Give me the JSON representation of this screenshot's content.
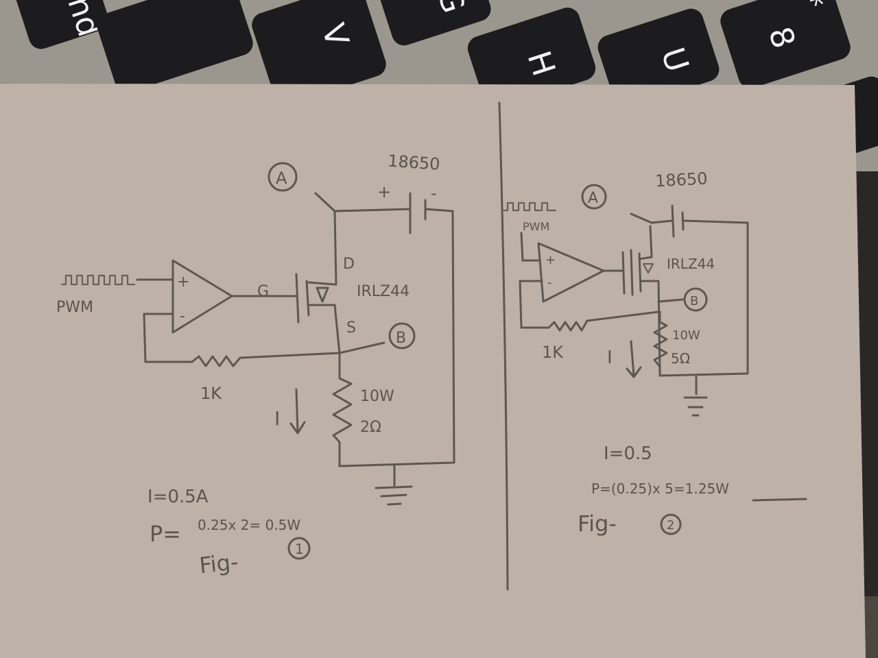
{
  "keyboard": {
    "keys": [
      {
        "name": "key-nd",
        "label": "nd"
      },
      {
        "name": "key-v",
        "label": "V"
      },
      {
        "name": "key-g",
        "label": "G"
      },
      {
        "name": "key-h",
        "label": "H"
      },
      {
        "name": "key-u",
        "label": "U"
      },
      {
        "name": "key-8",
        "label": "8"
      },
      {
        "name": "key-star",
        "label": "*"
      }
    ]
  },
  "fig1": {
    "battery": "18650",
    "node_a": "A",
    "node_b": "B",
    "plus": "+",
    "minus": "-",
    "drain": "D",
    "gate": "G",
    "source": "S",
    "mosfet": "IRLZ44",
    "pwm": "PWM",
    "opamp_plus": "+",
    "opamp_minus": "-",
    "feedback_res": "1K",
    "current": "I",
    "load_power": "10W",
    "load_res": "2Ω",
    "eq_i": "I=0.5A",
    "eq_p_prefix": "P=",
    "eq_p_value": "0.25x 2= 0.5W",
    "caption_text": "Fig-",
    "caption_num": "1"
  },
  "fig2": {
    "battery": "18650",
    "node_a": "A",
    "node_b": "B",
    "pwm": "PWM",
    "opamp_plus": "+",
    "opamp_minus": "-",
    "mosfet": "IRLZ44",
    "feedback_res": "1K",
    "current": "I",
    "load_power": "10W",
    "load_res": "5Ω",
    "eq_i": "I=0.5",
    "eq_p": "P=(0.25)x 5=1.25W",
    "caption_text": "Fig-",
    "caption_num": "2"
  }
}
